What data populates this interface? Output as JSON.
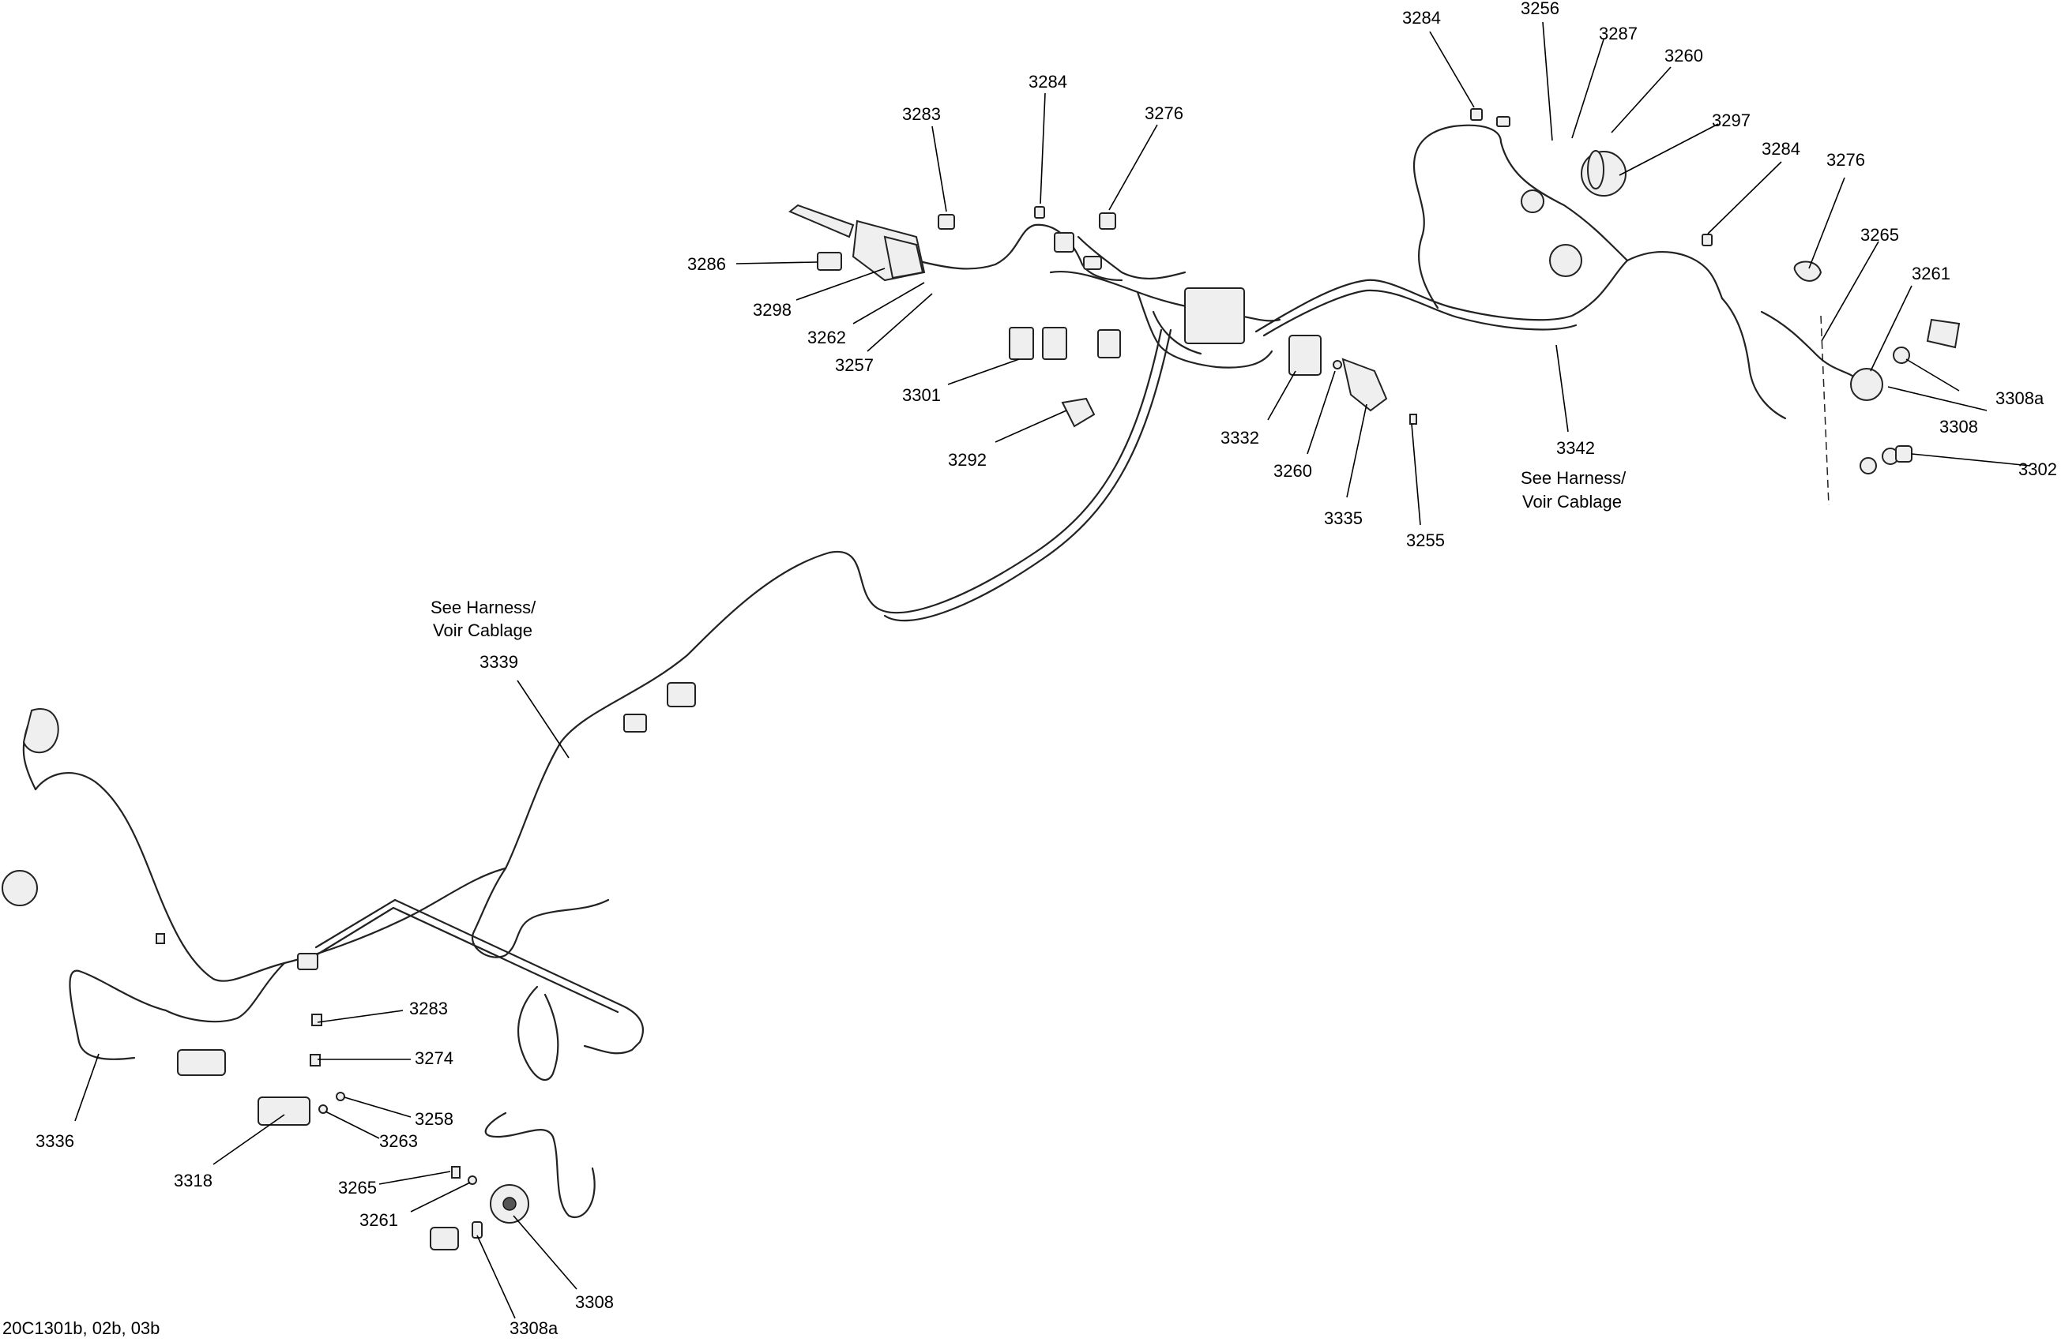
{
  "figure_code": "20C1301b, 02b, 03b",
  "notes": [
    {
      "line1": "See Harness/",
      "line2": "Voir Cablage"
    },
    {
      "line1": "See Harness/",
      "line2": "Voir Cablage"
    }
  ],
  "callouts": [
    "3284",
    "3256",
    "3287",
    "3260",
    "3297",
    "3284",
    "3276",
    "3283",
    "3284",
    "3276",
    "3286",
    "3298",
    "3262",
    "3257",
    "3265",
    "3261",
    "3308a",
    "3308",
    "3302",
    "3301",
    "3292",
    "3332",
    "3260",
    "3335",
    "3255",
    "3342",
    "3339",
    "3283",
    "3274",
    "3258",
    "3263",
    "3336",
    "3318",
    "3265",
    "3261",
    "3308",
    "3308a"
  ]
}
